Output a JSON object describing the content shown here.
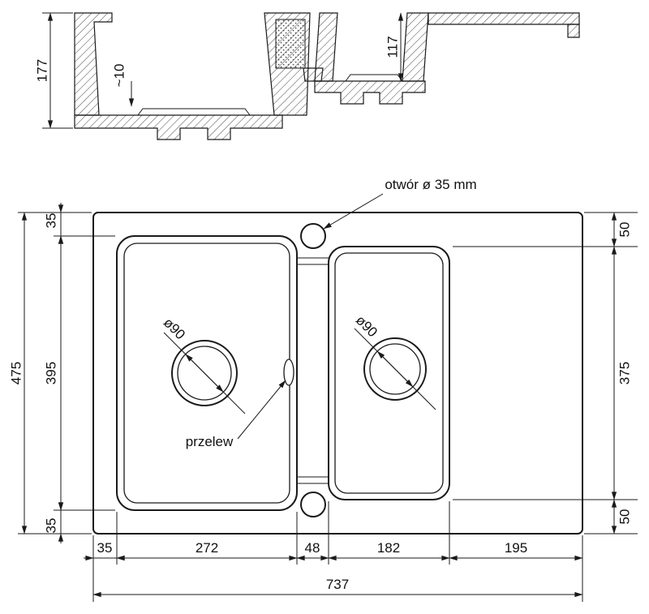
{
  "section": {
    "depth_main": "177",
    "bottom_gap": "~10",
    "depth_small": "117"
  },
  "plan": {
    "tap_hole_label": "otwór ø 35 mm",
    "overflow_label": "przelew",
    "drain_left_label": "ø90",
    "drain_right_label": "ø90",
    "height_total": "475",
    "left_top": "35",
    "left_mid": "395",
    "left_bottom": "35",
    "right_top": "50",
    "right_mid": "375",
    "right_bottom": "50",
    "bottom_1": "35",
    "bottom_2": "272",
    "bottom_3": "48",
    "bottom_4": "182",
    "bottom_5": "195",
    "width_total": "737"
  }
}
